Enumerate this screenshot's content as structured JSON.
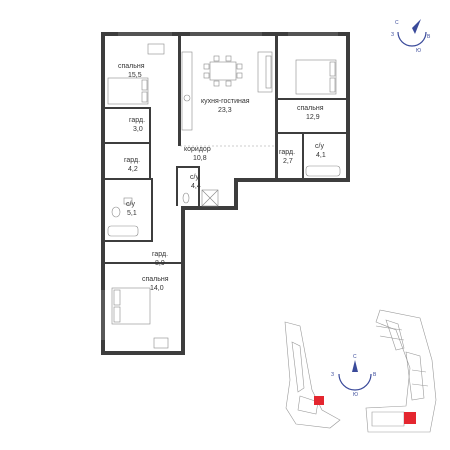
{
  "plan": {
    "rooms": [
      {
        "id": "bedroom-top-left",
        "label": "спальня",
        "area": "15,5"
      },
      {
        "id": "wardrobe-1",
        "label": "гард.",
        "area": "3,0"
      },
      {
        "id": "wardrobe-2",
        "label": "гард.",
        "area": "4,2"
      },
      {
        "id": "kitchen-living",
        "label": "кухня-гостиная",
        "area": "23,3"
      },
      {
        "id": "bedroom-right",
        "label": "спальня",
        "area": "12,9"
      },
      {
        "id": "corridor",
        "label": "коридор",
        "area": "10,8"
      },
      {
        "id": "wardrobe-3",
        "label": "гард.",
        "area": "2,7"
      },
      {
        "id": "bathroom-right",
        "label": "с/у",
        "area": "4,1"
      },
      {
        "id": "bathroom-center",
        "label": "с/у",
        "area": "4,4"
      },
      {
        "id": "bathroom-left",
        "label": "с/у",
        "area": "5,1"
      },
      {
        "id": "wardrobe-4",
        "label": "гард.",
        "area": "8,9"
      },
      {
        "id": "bedroom-bottom",
        "label": "спальня",
        "area": "14,0"
      }
    ]
  },
  "compass_top": {
    "letters": [
      "С",
      "В",
      "Ю",
      "З"
    ]
  },
  "compass_bottom": {
    "letters": [
      "С",
      "В",
      "Ю",
      "З"
    ]
  },
  "colors": {
    "wall": "#3d3d3d",
    "furniture": "#8a8a8a",
    "accent": "#e4262f",
    "compass": "#3a4a9a",
    "site_line": "#8a8a8a"
  }
}
